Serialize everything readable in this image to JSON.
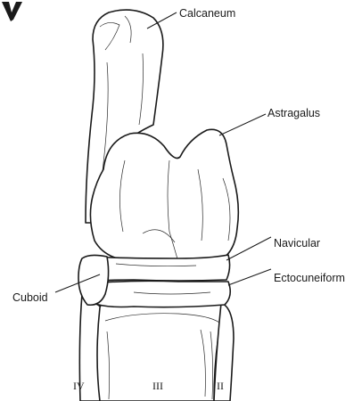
{
  "labels": {
    "calcaneum": "Calcaneum",
    "astragalus": "Astragalus",
    "navicular": "Navicular",
    "ectocuneiform": "Ectocuneiform",
    "cuboid": "Cuboid"
  },
  "metatarsals": {
    "iv": "IV",
    "iii": "III",
    "ii": "II"
  }
}
